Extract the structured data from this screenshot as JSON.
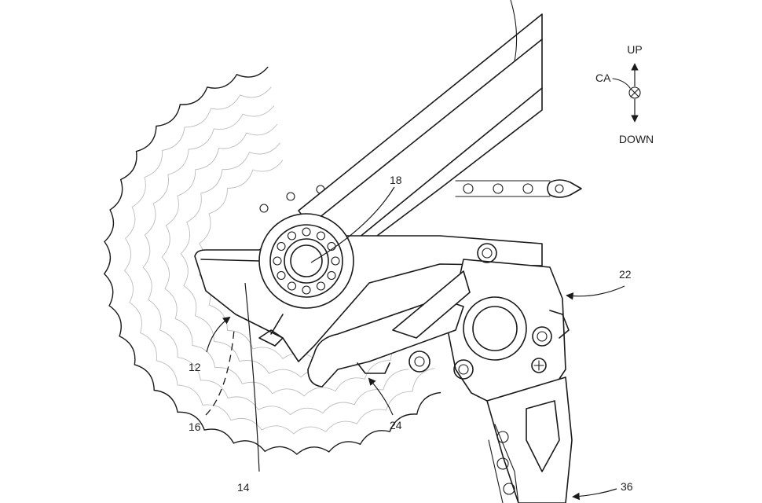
{
  "diagram": {
    "labels": {
      "ref_12": "12",
      "ref_14": "14",
      "ref_16": "16",
      "ref_18": "18",
      "ref_22": "22",
      "ref_24": "24",
      "ref_36": "36"
    },
    "direction_indicator": {
      "axis_label": "CA",
      "up_label": "UP",
      "down_label": "DOWN"
    },
    "colors": {
      "ink": "#1a1a1a",
      "cassette_gray": "#bdbdbd",
      "paper": "#ffffff"
    }
  }
}
